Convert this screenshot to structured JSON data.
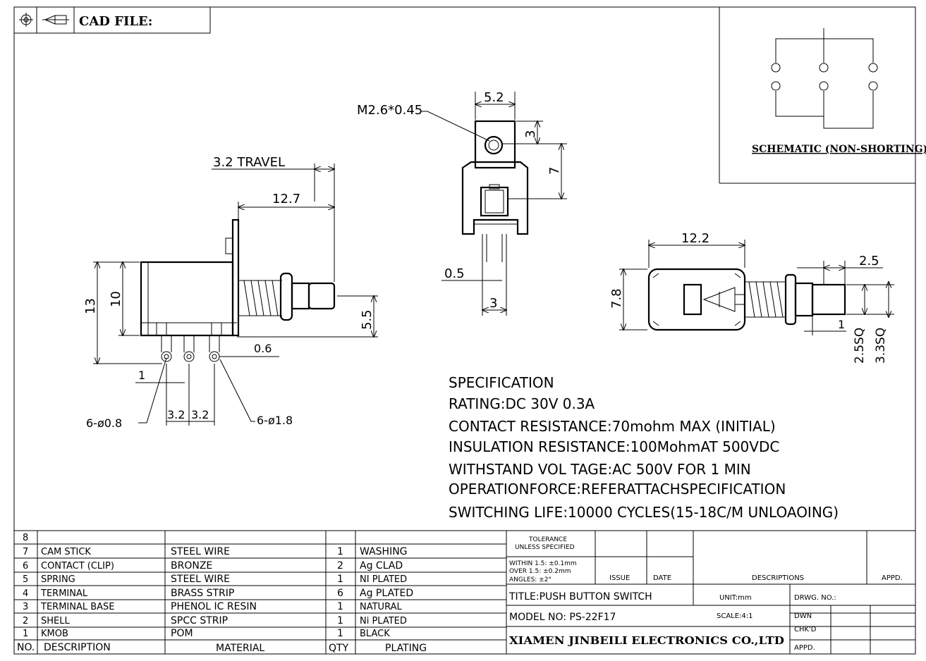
{
  "header": {
    "cad_file_label": "CAD FILE:"
  },
  "schematic": {
    "title": "SCHEMATIC (NON-SHORTING)"
  },
  "dims": {
    "travel": "3.2 TRAVEL",
    "d12_7": "12.7",
    "d13": "13",
    "d10": "10",
    "d5_5": "5.5",
    "d0_6": "0.6",
    "d1a": "1",
    "d3_2a": "3.2",
    "d3_2b": "3.2",
    "hole_small": "6-ø0.8",
    "hole_large": "6-ø1.8",
    "thread": "M2.6*0.45",
    "d5_2": "5.2",
    "d3a": "3",
    "d7": "7",
    "d0_5": "0.5",
    "d3b": "3",
    "d12_2": "12.2",
    "d7_8": "7.8",
    "d2_5": "2.5",
    "d1b": "1",
    "sq2_5": "2.5SQ",
    "sq3_3": "3.3SQ"
  },
  "specification": {
    "heading": "SPECIFICATION",
    "lines": [
      "RATING:DC 30V 0.3A",
      "CONTACT RESISTANCE:70mohm MAX (INITIAL)",
      "INSULATION RESISTANCE:100MohmAT 500VDC",
      "WITHSTAND VOL TAGE:AC 500V FOR 1 MIN",
      "OPERATIONFORCE:REFERATTACHSPECIFICATION",
      "SWITCHING LIFE:10000 CYCLES(15-18C/M UNLOAOING)"
    ]
  },
  "bom": {
    "headers": {
      "no": "NO.",
      "description": "DESCRIPTION",
      "material": "MATERIAL",
      "qty": "QTY",
      "plating": "PLATING"
    },
    "rows": [
      {
        "no": "8",
        "description": "",
        "material": "",
        "qty": "",
        "plating": ""
      },
      {
        "no": "7",
        "description": "CAM STICK",
        "material": "STEEL WIRE",
        "qty": "1",
        "plating": "WASHING"
      },
      {
        "no": "6",
        "description": "CONTACT (CLIP)",
        "material": "BRONZE",
        "qty": "2",
        "plating": "Ag CLAD"
      },
      {
        "no": "5",
        "description": "SPRING",
        "material": "STEEL WIRE",
        "qty": "1",
        "plating": "NI PLATED"
      },
      {
        "no": "4",
        "description": "TERMINAL",
        "material": "BRASS STRIP",
        "qty": "6",
        "plating": "Ag PLATED"
      },
      {
        "no": "3",
        "description": "TERMINAL BASE",
        "material": "PHENOL IC RESIN",
        "qty": "1",
        "plating": "NATURAL"
      },
      {
        "no": "2",
        "description": "SHELL",
        "material": "SPCC STRIP",
        "qty": "1",
        "plating": "Ni PLATED"
      },
      {
        "no": "1",
        "description": "KMOB",
        "material": "POM",
        "qty": "1",
        "plating": "BLACK"
      }
    ]
  },
  "title_block": {
    "tolerance_1": "TOLERANCE",
    "tolerance_2": "UNLESS SPECIFIED",
    "within": "WITHIN 1.5: ±0.1mm",
    "over": "OVER 1.5:  ±0.2mm",
    "angles": "ANGLES: ±2°",
    "issue": "ISSUE",
    "date": "DATE",
    "descriptions": "DESCRIPTIONS",
    "appd_top": "APPD.",
    "title": "TITLE:PUSH BUTTON SWITCH",
    "unit": "UNIT:mm",
    "drwg_no": "DRWG. NO.:",
    "model": "MODEL NO: PS-22F17",
    "scale": "SCALE:4:1",
    "dwn": "DWN",
    "chkd": "CHK'D",
    "appd": "APPD.",
    "company": "XIAMEN JINBEILI ELECTRONICS CO.,LTD"
  }
}
